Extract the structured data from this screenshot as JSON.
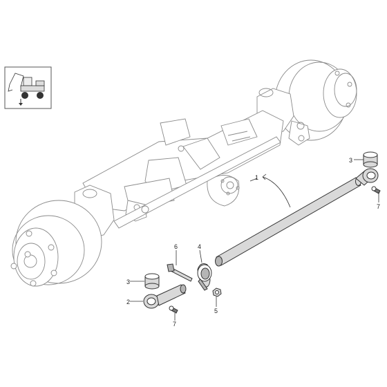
{
  "callouts": {
    "c1": "1",
    "c2": "2",
    "c3_left": "3",
    "c3_right": "3",
    "c4": "4",
    "c5": "5",
    "c6": "6",
    "c7_left": "7",
    "c7_right": "7"
  },
  "icons": {
    "thumbnail": "excavator-thumbnail-icon",
    "arrow": "down-arrow-icon"
  },
  "colors": {
    "line": "#333333",
    "sketch": "#8a8a8a",
    "part_fill": "#d9d9d9"
  }
}
